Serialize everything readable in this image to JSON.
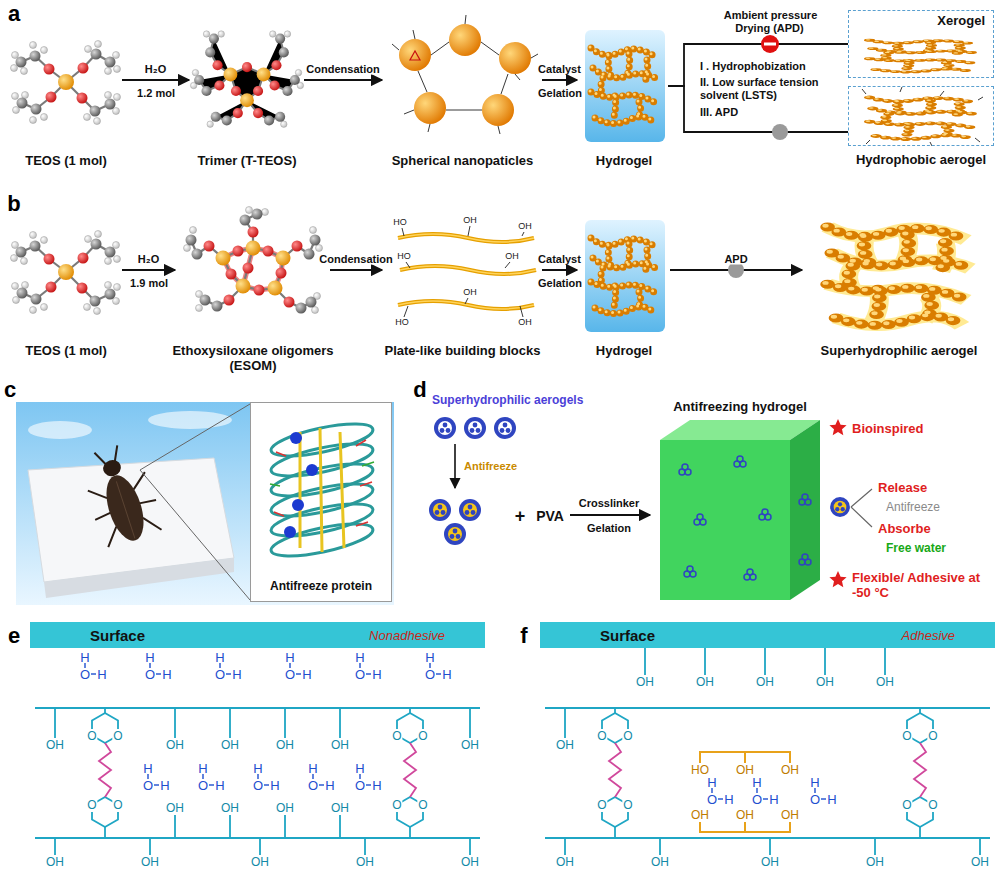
{
  "diagram": {
    "nodes": [
      {
        "text": [
          "TEOS (1 mol)"
        ]
      },
      {
        "text": [
          "Trimer (T-TEOS)"
        ]
      },
      {
        "text": [
          "Spherical nanopaticles"
        ]
      },
      {
        "text": [
          "Hydrogel"
        ]
      },
      {
        "text": [
          "Xerogel"
        ]
      },
      {
        "text": [
          "Hydrophobic aerogel"
        ]
      },
      {
        "text": [
          "TEOS (1 mol)"
        ]
      },
      {
        "text": [
          "Ethoxysiloxane oligomers (ESOM)"
        ]
      },
      {
        "text": [
          "Plate-like building blocks"
        ]
      },
      {
        "text": [
          "Hydrogel"
        ]
      },
      {
        "text": [
          "Superhydrophilic aerogel"
        ]
      },
      {
        "text": [
          "Antifreeze protein"
        ]
      },
      {
        "text": [
          "Antifreezing hydrogel"
        ]
      },
      {
        "text": [
          "Surface",
          "Nonadhesive"
        ]
      },
      {
        "text": [
          "Surface",
          "Adhesive"
        ]
      }
    ],
    "edges": [
      {
        "from": 0,
        "to": 1,
        "arrow": "to",
        "label": "H₂O"
      },
      {
        "from": 1,
        "to": 2,
        "arrow": "to",
        "label": "Condensation"
      },
      {
        "from": 2,
        "to": 3,
        "arrow": "to",
        "label": "Catalyst"
      },
      {
        "from": 3,
        "to": 4,
        "arrow": "none",
        "label": "Ambient pressure Drying (APD)"
      },
      {
        "from": 3,
        "to": 5,
        "arrow": "none"
      },
      {
        "from": 6,
        "to": 7,
        "arrow": "to",
        "label": "H₂O"
      },
      {
        "from": 7,
        "to": 8,
        "arrow": "to",
        "label": "Condensation"
      },
      {
        "from": 8,
        "to": 9,
        "arrow": "to",
        "label": "Catalyst"
      },
      {
        "from": 9,
        "to": 10,
        "arrow": "to",
        "label": "APD"
      }
    ],
    "labels": [
      "a",
      "1.2 mol",
      "Gelation",
      "I . Hydrophobization",
      "II. Low surface tension solvent (LSTS)",
      "III. APD",
      "b",
      "1.9 mol",
      "Gelation",
      "HO",
      "OH",
      "OH",
      "HO",
      "OH",
      "HO",
      "OH",
      "OH",
      "c",
      "d",
      "Superhydrophilic aerogels",
      "Antifreeze",
      "+",
      "PVA",
      "Crosslinker",
      "Gelation",
      "Bioinspired",
      "Release",
      "Antifreeze",
      "Absorbe",
      "Free water",
      "Flexible/ Adhesive at -50 °C",
      "e",
      "H",
      "O",
      "H",
      "H",
      "O",
      "H",
      "H",
      "O",
      "H",
      "H",
      "O",
      "H",
      "H",
      "O",
      "H",
      "H",
      "O",
      "H",
      "OH",
      "OH",
      "OH",
      "OH",
      "OH",
      "OH",
      "O",
      "O",
      "O",
      "O",
      "H",
      "O",
      "H",
      "H",
      "O",
      "H",
      "H",
      "O",
      "H",
      "H",
      "O",
      "H",
      "H",
      "O",
      "H",
      "O",
      "O",
      "O",
      "O",
      "OH",
      "OH",
      "OH",
      "OH",
      "OH",
      "OH",
      "OH",
      "OH",
      "OH",
      "f",
      "OH",
      "OH",
      "OH",
      "OH",
      "OH",
      "OH",
      "O",
      "O",
      "O",
      "O",
      "HO",
      "OH",
      "OH",
      "H",
      "O",
      "H",
      "H",
      "O",
      "H",
      "H",
      "O",
      "H",
      "OH",
      "OH",
      "OH",
      "O",
      "O",
      "O",
      "O",
      "OH",
      "OH",
      "OH",
      "OH",
      "OH"
    ]
  }
}
